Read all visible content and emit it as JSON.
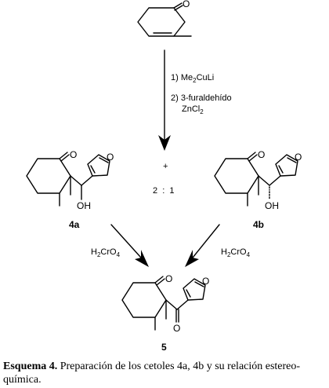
{
  "reagents": {
    "step1_num": "1",
    "step1_reagent": "Me",
    "step1_sub": "2",
    "step1_tail": "CuLi",
    "step2_line1": "2) 3-furaldehído",
    "step2_zn": "ZnCl",
    "step2_sub": "2"
  },
  "mixture": {
    "plus": "+",
    "ratio": "2  :  1"
  },
  "atoms": {
    "O": "O",
    "OH": "OH"
  },
  "compounds": {
    "a": "4a",
    "b": "4b",
    "product": "5"
  },
  "oxidant": {
    "h": "H",
    "h_sub": "2",
    "cr": "CrO",
    "o_sub": "4"
  },
  "caption": {
    "label": "Esquema 4.",
    "text": " Preparación de los cetoles 4a, 4b y su relación estereo-química."
  }
}
